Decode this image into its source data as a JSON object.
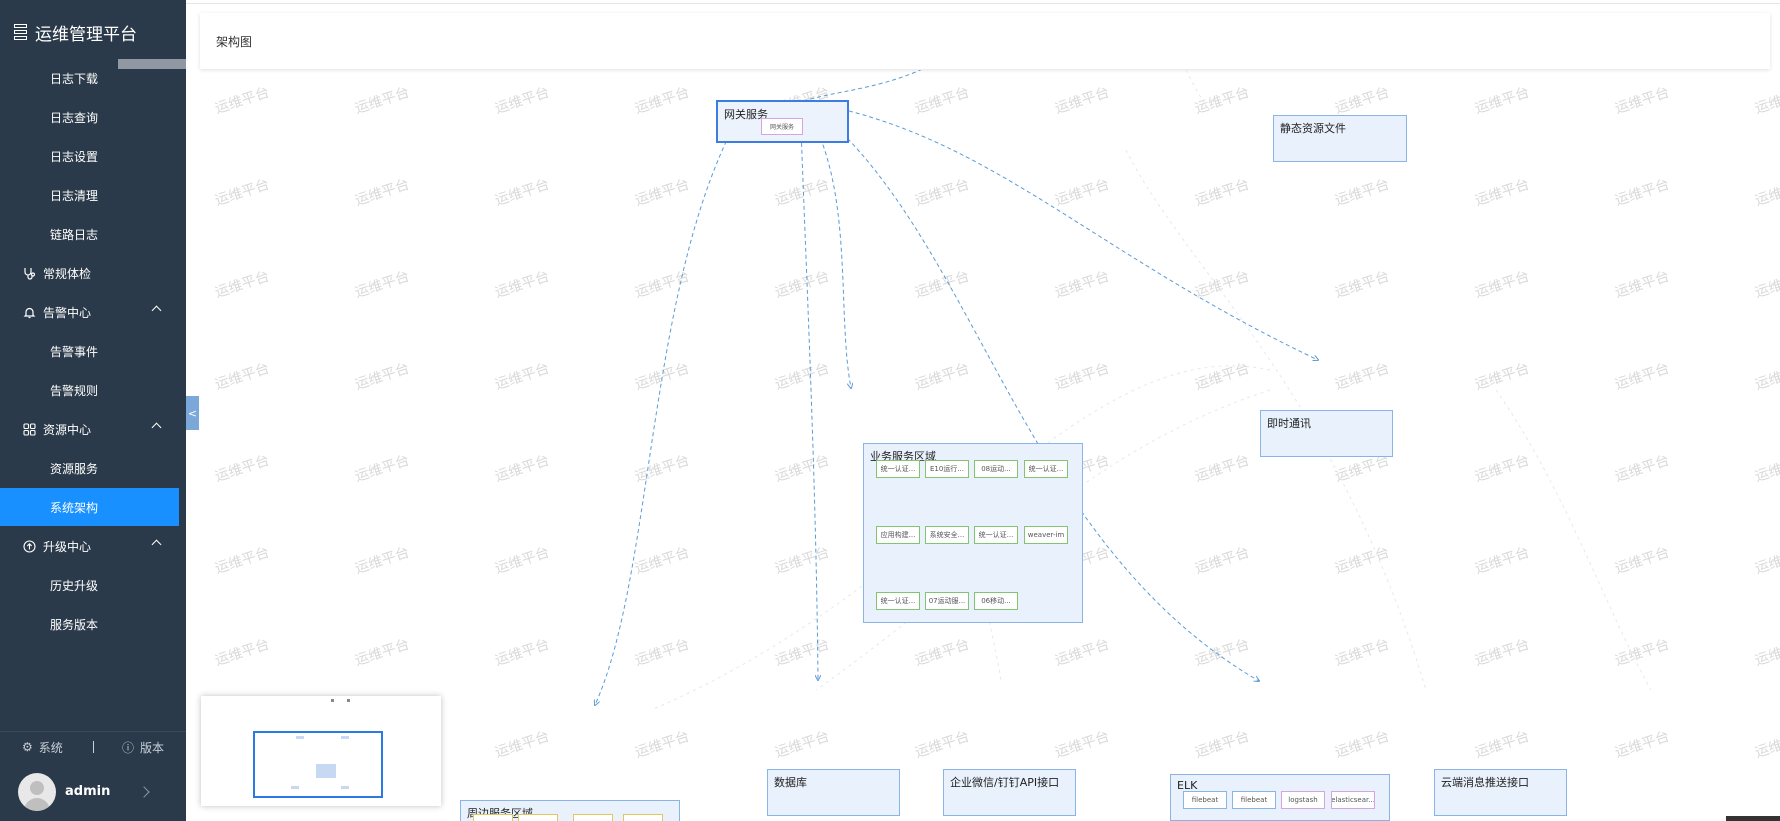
{
  "app": {
    "title": "运维管理平台"
  },
  "sidebar": {
    "items": [
      {
        "label": "日志下载"
      },
      {
        "label": "日志查询"
      },
      {
        "label": "日志设置"
      },
      {
        "label": "日志清理"
      },
      {
        "label": "链路日志"
      },
      {
        "label": "常规体检",
        "icon": "stethoscope-icon"
      },
      {
        "label": "告警中心",
        "icon": "bell-icon"
      },
      {
        "label": "告警事件"
      },
      {
        "label": "告警规则"
      },
      {
        "label": "资源中心",
        "icon": "grid-icon"
      },
      {
        "label": "资源服务"
      },
      {
        "label": "系统架构",
        "active": true
      },
      {
        "label": "升级中心",
        "icon": "upgrade-icon"
      },
      {
        "label": "历史升级"
      },
      {
        "label": "服务版本"
      }
    ],
    "footer": {
      "system_label": "系统",
      "version_label": "版本"
    },
    "user": {
      "name": "admin"
    }
  },
  "header": {
    "page_title": "架构图"
  },
  "watermark": "运维平台",
  "diagram": {
    "gateway": {
      "title": "网关服务",
      "inner": "网关服务"
    },
    "static": {
      "title": "静态资源文件"
    },
    "im": {
      "title": "即时通讯"
    },
    "business": {
      "title": "业务服务区域",
      "chips": [
        "统一认证...",
        "E10运行...",
        "08运动...",
        "统一认证...",
        "应用构建...",
        "系统安全...",
        "统一认证...",
        "weaver-im",
        "统一认证...",
        "07运动服...",
        "06移动..."
      ]
    },
    "peripheral": {
      "title": "周边服务区域"
    },
    "database": {
      "title": "数据库"
    },
    "enterprise": {
      "title": "企业微信/钉钉API接口"
    },
    "elk": {
      "title": "ELK",
      "chips": [
        "filebeat",
        "filebeat",
        "logstash",
        "elasticsear..."
      ]
    },
    "cloud": {
      "title": "云端消息推送接口"
    }
  },
  "colors": {
    "sidebar_bg": "#2b3a4a",
    "active": "#1890ff",
    "node_border": "#8ab4e6",
    "edge": "#5b9bd5"
  }
}
